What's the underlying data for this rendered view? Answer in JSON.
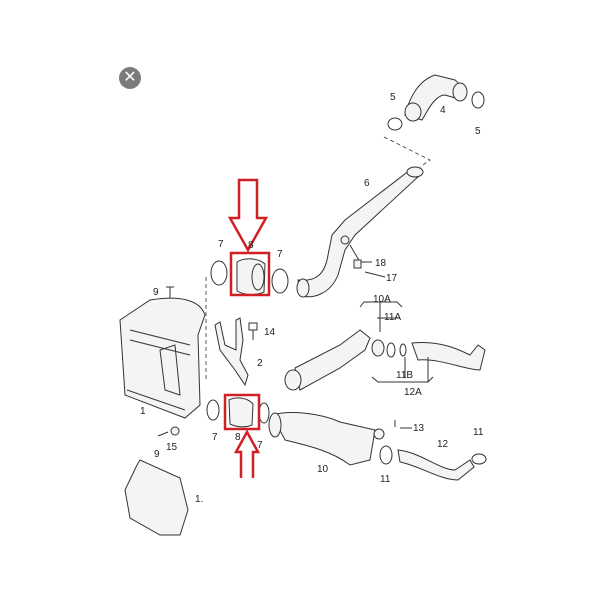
{
  "viewer": {
    "close_icon": "close-icon",
    "close_glyph": "✕"
  },
  "diagram": {
    "labels": {
      "p5a": "5",
      "p4": "4",
      "p5b": "5",
      "p6": "6",
      "p7a": "7",
      "p8a": "8",
      "p7b": "7",
      "p18": "18",
      "p17": "17",
      "p9a": "9",
      "p10A": "10A",
      "p11A": "11A",
      "p14": "14",
      "p2": "2",
      "p11B": "11B",
      "p12A": "12A",
      "p1": "1",
      "p13": "13",
      "p11a": "11",
      "p12": "12",
      "p7c": "7",
      "p8b": "8",
      "p7d": "7",
      "p9b": "9",
      "p15": "15",
      "p10": "10",
      "p11b": "11",
      "p1b": "1."
    },
    "highlight_color": "#d01f25"
  }
}
